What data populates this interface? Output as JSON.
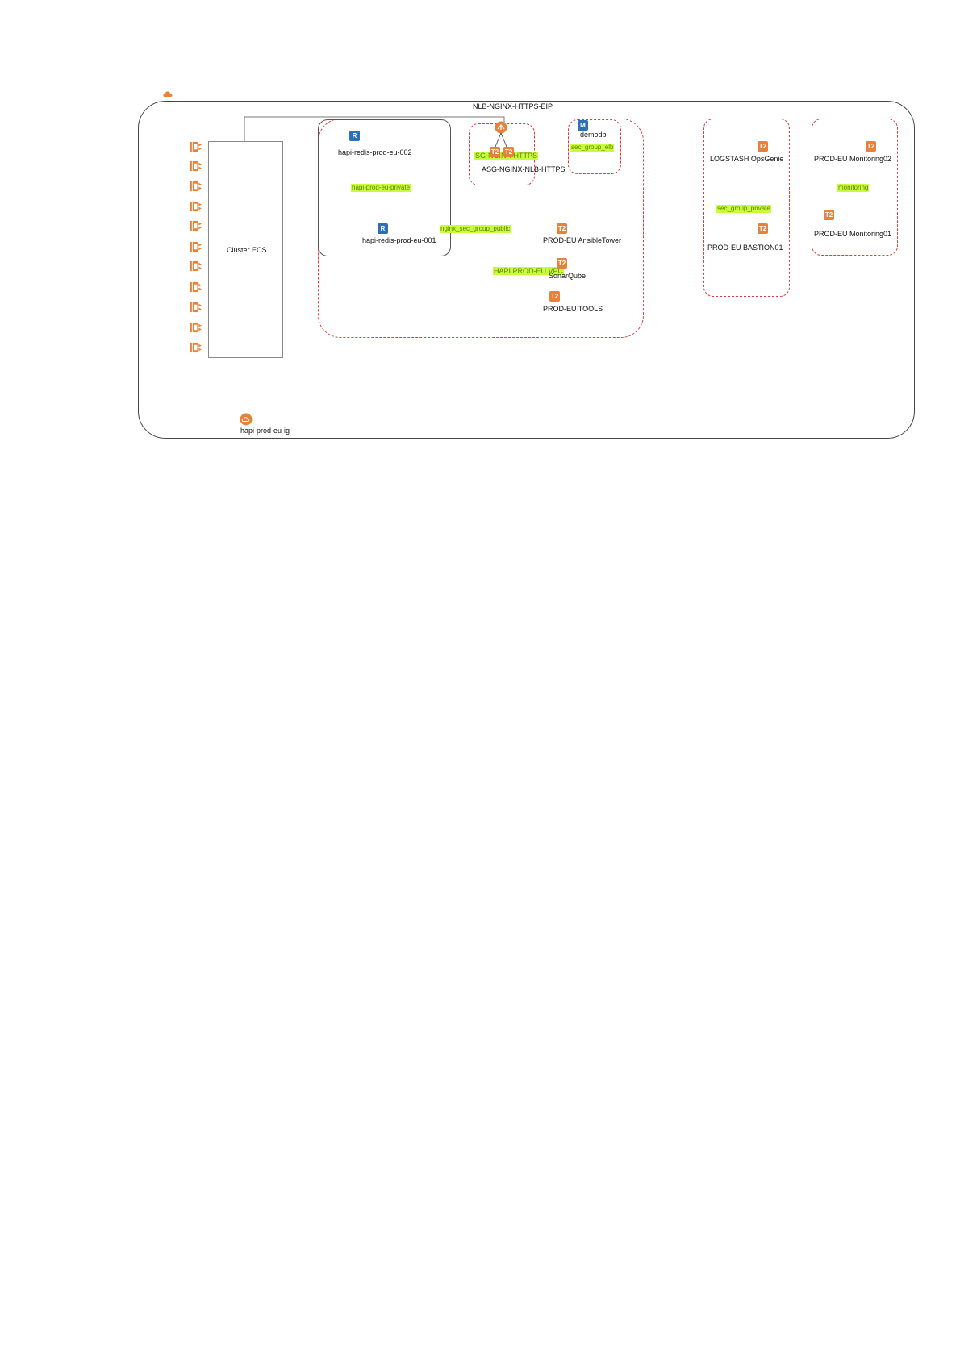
{
  "diagram": {
    "vpc_title": "NLB-NGINX-HTTPS-EIP",
    "cluster_label": "Cluster ECS",
    "ecs_task_count": 11,
    "internet_gateway_label": "hapi-prod-eu-ig",
    "private_subnet": {
      "label": "hapi-prod-eu-private",
      "redis_002": "hapi-redis-prod-eu-002",
      "redis_001": "hapi-redis-prod-eu-001"
    },
    "asg": {
      "sg_label": "SG-NGINX-HTTPS",
      "label": "ASG-NGINX-NLB-HTTPS",
      "instance_badge": "T2"
    },
    "demodb": {
      "label": "demodb",
      "icon_letter": "M",
      "sg_label": "sec_group_elb"
    },
    "public_group": {
      "sg_label": "nginx_sec_group_public",
      "vpc_label": "HAPI PROD-EU VPC",
      "ansible": "PROD-EU AnsibleTower",
      "sonar": "SonarQube",
      "tools": "PROD-EU TOOLS"
    },
    "private_group": {
      "logstash": "LOGSTASH OpsGenie",
      "sg_label": "sec_group_private",
      "bastion": "PROD-EU BASTION01"
    },
    "monitoring_group": {
      "mon02": "PROD-EU Monitoring02",
      "sg_label": "monitoring",
      "mon01": "PROD-EU Monitoring01"
    },
    "colors": {
      "aws_orange": "#e8823a",
      "rds_blue": "#2e6fb7",
      "sg_highlight": "#c6ff3a",
      "dashed_border": "#e03a3a"
    }
  }
}
